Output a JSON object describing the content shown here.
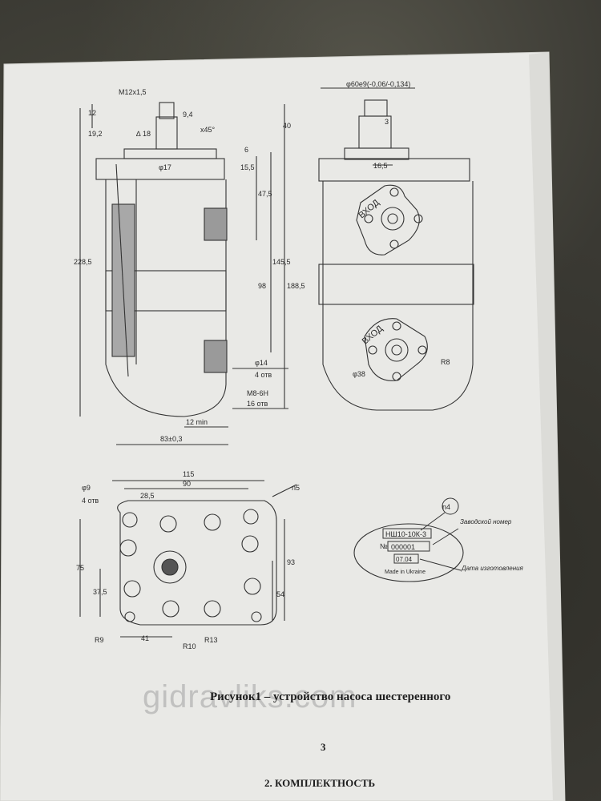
{
  "figure": {
    "caption": "Рисунок1 – устройство насоса шестеренного",
    "page_number": "3",
    "next_section": "2. КОМПЛЕКТНОСТЬ",
    "watermark": "gidravliks.com"
  },
  "side_view": {
    "dims": [
      "M12x1,5",
      "12",
      "19,2",
      "∆ 18",
      "9,4",
      "х45°",
      "40",
      "6",
      "15,5",
      "φ17",
      "47,5",
      "228,5",
      "145,5",
      "188,5",
      "98",
      "φ14",
      "4 отв",
      "M8-6H",
      "16 отв",
      "12 min",
      "83±0,3"
    ]
  },
  "front_view": {
    "top_dim": "φ60е9(-0,06/-0,134)",
    "dims": [
      "3",
      "16,5",
      "φ38",
      "R8"
    ],
    "port_labels": [
      "ВХОД",
      "ВХОД"
    ]
  },
  "bottom_view": {
    "dims": [
      "115",
      "90",
      "28,5",
      "φ9",
      "4 отв",
      "75",
      "37,5",
      "93",
      "54",
      "R9",
      "41",
      "R10",
      "R13"
    ],
    "callout": "n5"
  },
  "nameplate": {
    "model": "НШ10-10К-3",
    "serial_prefix": "№",
    "serial": "000001",
    "date": "07.04",
    "made_in": "Made in Ukraine",
    "callout": "n4",
    "label_factory_number": "Заводской номер",
    "label_date": "Дата изготовления"
  }
}
